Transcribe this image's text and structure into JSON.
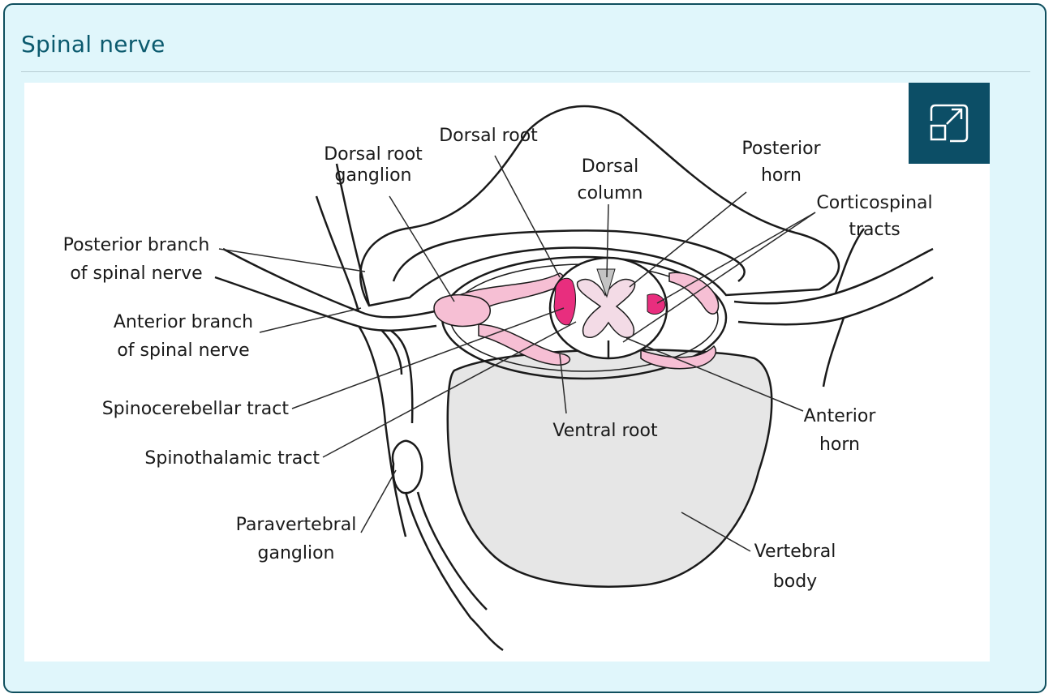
{
  "panel": {
    "title": "Spinal nerve",
    "expand_icon": "expand-icon"
  },
  "colors": {
    "title": "#0b5a6e",
    "panel_background": "#e0f6fb",
    "panel_border": "#0f4f5e",
    "expand_button": "#0c4e66",
    "tract_pink": "#f6bfd4",
    "tract_magenta": "#e82e7e",
    "vertebral_body": "#e6e6e6"
  },
  "diagram": {
    "labels": {
      "dorsal_root_ganglion_1": "Dorsal root",
      "dorsal_root_ganglion_2": "ganglion",
      "dorsal_root": "Dorsal root",
      "dorsal_column_1": "Dorsal",
      "dorsal_column_2": "column",
      "posterior_horn_1": "Posterior",
      "posterior_horn_2": "horn",
      "corticospinal_1": "Corticospinal",
      "corticospinal_2": "tracts",
      "posterior_branch_1": "Posterior branch",
      "posterior_branch_2": "of spinal nerve",
      "anterior_branch_1": "Anterior branch",
      "anterior_branch_2": "of spinal nerve",
      "spinocerebellar": "Spinocerebellar tract",
      "spinothalamic": "Spinothalamic tract",
      "ventral_root": "Ventral root",
      "anterior_horn_1": "Anterior",
      "anterior_horn_2": "horn",
      "paravertebral_1": "Paravertebral",
      "paravertebral_2": "ganglion",
      "vertebral_body_1": "Vertebral",
      "vertebral_body_2": "body"
    }
  }
}
